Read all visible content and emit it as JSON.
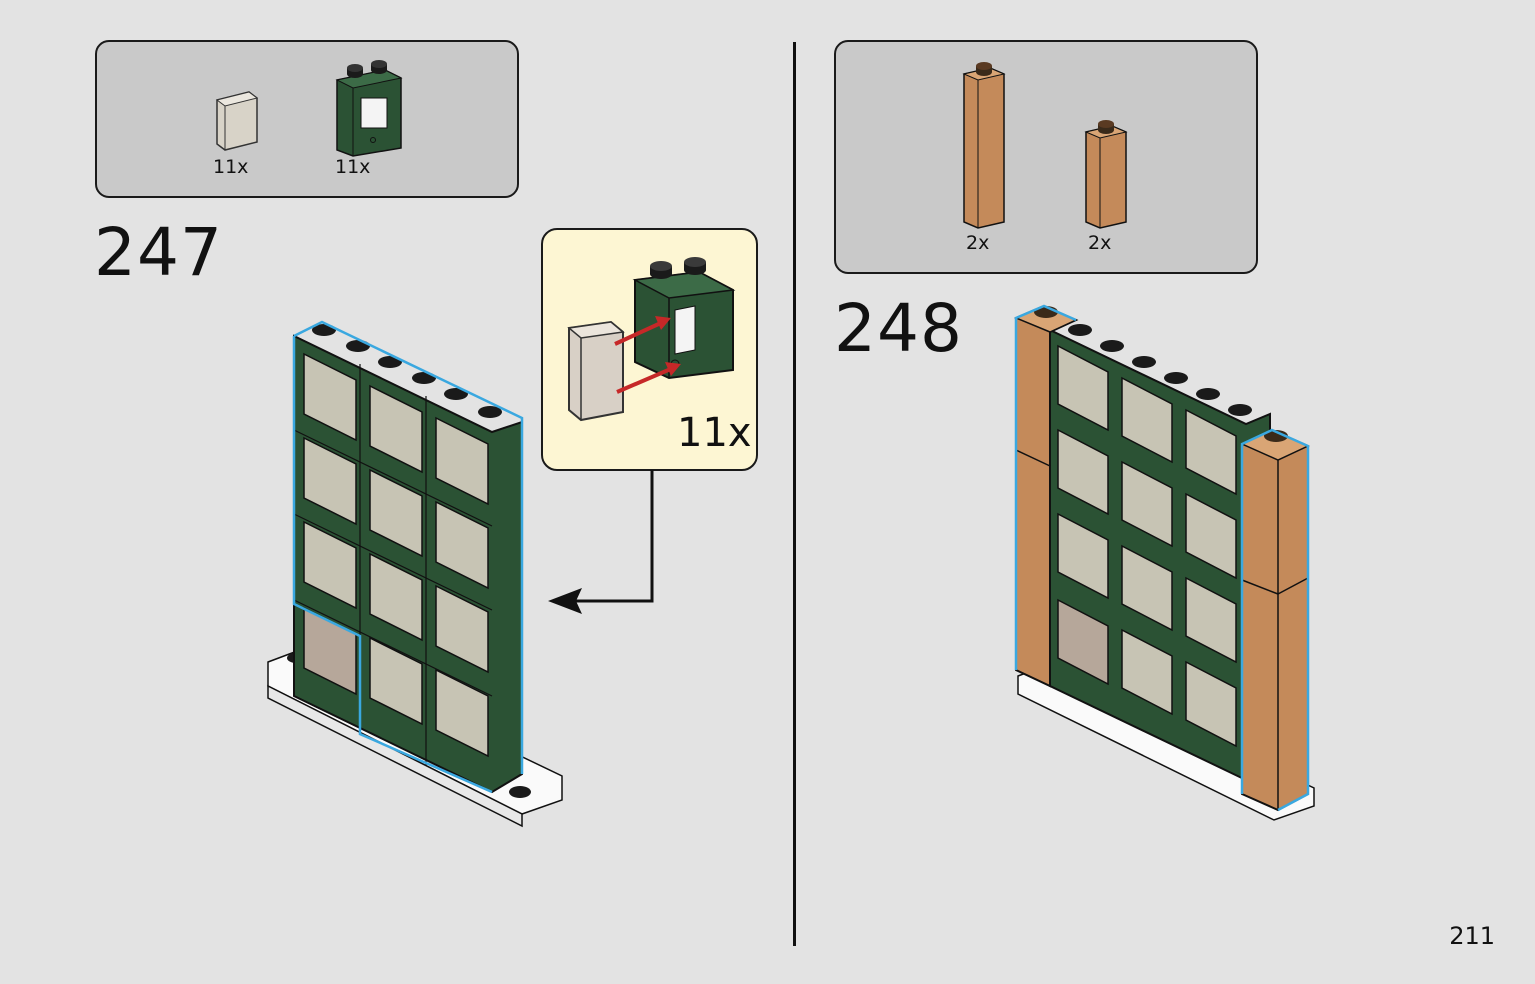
{
  "step_247": {
    "number": "247",
    "parts": [
      {
        "name": "transparent-glass-panel",
        "qty": "11x"
      },
      {
        "name": "dark-green-window-frame",
        "qty": "11x"
      }
    ],
    "callout_qty": "11x"
  },
  "step_248": {
    "number": "248",
    "parts": [
      {
        "name": "tall-tan-brick",
        "qty": "2x"
      },
      {
        "name": "short-tan-brick",
        "qty": "2x"
      }
    ]
  },
  "page_number": "211",
  "colors": {
    "background": "#e3e3e3",
    "parts_box": "#c9c9c9",
    "callout": "#fdf6d3",
    "dark_green": "#2b5234",
    "tan": "#c48a5a",
    "highlight": "#3aa8e0",
    "arrow_red": "#c62828"
  }
}
